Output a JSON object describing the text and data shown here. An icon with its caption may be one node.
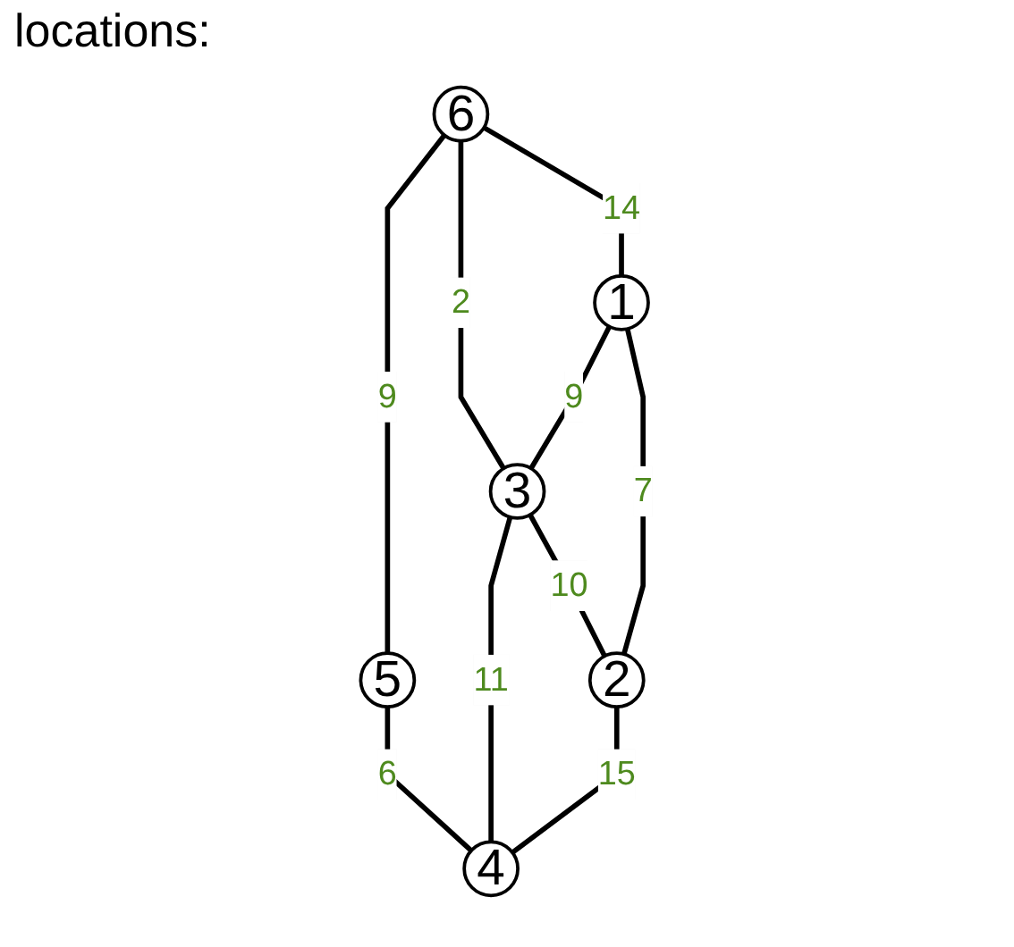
{
  "diagram": {
    "nodes": [
      {
        "text": [
          "5"
        ]
      },
      {
        "text": [
          "6"
        ]
      },
      {
        "text": [
          "3"
        ]
      },
      {
        "text": [
          "4"
        ]
      },
      {
        "text": [
          "1"
        ]
      },
      {
        "text": [
          "2"
        ]
      }
    ],
    "edges": [
      {
        "from": 1,
        "to": 0,
        "arrow": "none",
        "label": "9"
      },
      {
        "from": 0,
        "to": 3,
        "arrow": "none",
        "label": "6"
      },
      {
        "from": 1,
        "to": 2,
        "arrow": "none",
        "label": "2"
      },
      {
        "from": 1,
        "to": 4,
        "arrow": "none",
        "label": "14"
      },
      {
        "from": 2,
        "to": 3,
        "arrow": "none",
        "label": "11"
      },
      {
        "from": 4,
        "to": 2,
        "arrow": "none",
        "label": "9"
      },
      {
        "from": 2,
        "to": 5,
        "arrow": "none",
        "label": "10"
      },
      {
        "from": 4,
        "to": 5,
        "arrow": "none",
        "label": "7"
      },
      {
        "from": 5,
        "to": 3,
        "arrow": "none",
        "label": "15"
      }
    ],
    "labels": [
      "locations:"
    ]
  }
}
